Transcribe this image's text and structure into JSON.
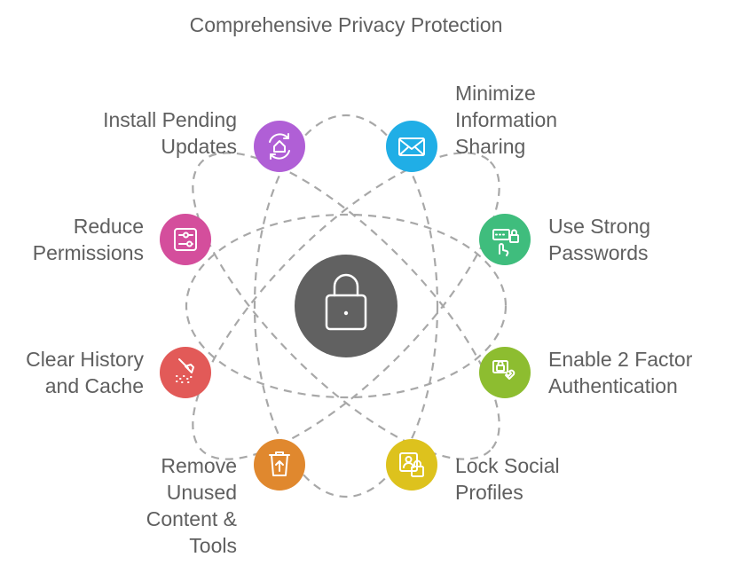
{
  "title": "Comprehensive Privacy Protection",
  "center": {
    "icon": "lock-icon",
    "color": "#616161"
  },
  "nodes": [
    {
      "id": "install-updates",
      "label": "Install Pending\nUpdates",
      "icon": "refresh-gear-icon",
      "color": "#b05fd6"
    },
    {
      "id": "minimize-sharing",
      "label": "Minimize\nInformation\nSharing",
      "icon": "envelope-icon",
      "color": "#20aee6"
    },
    {
      "id": "reduce-permissions",
      "label": "Reduce\nPermissions",
      "icon": "sliders-icon",
      "color": "#d44e9c"
    },
    {
      "id": "strong-passwords",
      "label": "Use Strong\nPasswords",
      "icon": "password-touch-icon",
      "color": "#3fbd7d"
    },
    {
      "id": "clear-history",
      "label": "Clear History\nand Cache",
      "icon": "broom-icon",
      "color": "#e25a58"
    },
    {
      "id": "two-factor",
      "label": "Enable 2 Factor\nAuthentication",
      "icon": "phone-lock-icon",
      "color": "#8dbd30"
    },
    {
      "id": "remove-unused",
      "label": "Remove\nUnused\nContent &\nTools",
      "icon": "trash-icon",
      "color": "#e0882e"
    },
    {
      "id": "lock-profiles",
      "label": "Lock Social\nProfiles",
      "icon": "profile-lock-icon",
      "color": "#ddc21d"
    }
  ]
}
